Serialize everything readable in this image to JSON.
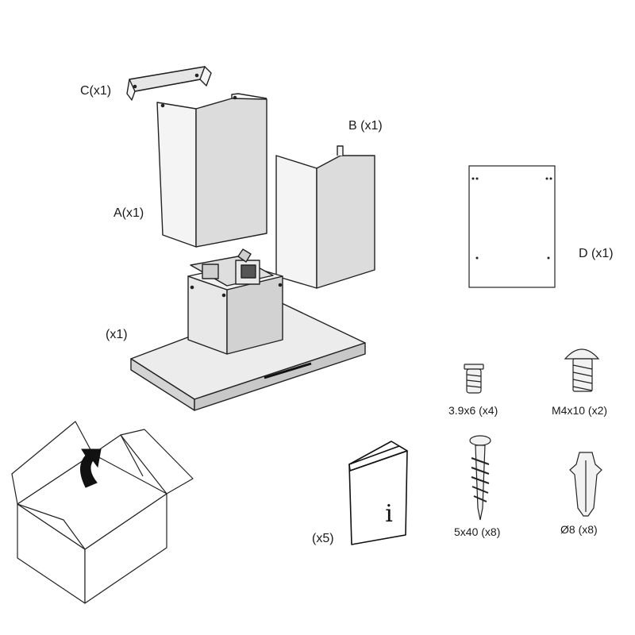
{
  "labels": {
    "part_c": "C(x1)",
    "part_a": "A(x1)",
    "part_b": "B (x1)",
    "part_d": "D (x1)",
    "hood": "(x1)",
    "manual": "(x5)",
    "screw_small": "3.9x6 (x4)",
    "screw_m4": "M4x10 (x2)",
    "screw_wood": "5x40 (x8)",
    "wall_plug": "Ø8 (x8)"
  },
  "manual_glyph": "i",
  "colors": {
    "panel_fill": "#dcdcdc",
    "panel_light": "#f3f3f3",
    "outline": "#222222",
    "arrow": "#111111"
  }
}
